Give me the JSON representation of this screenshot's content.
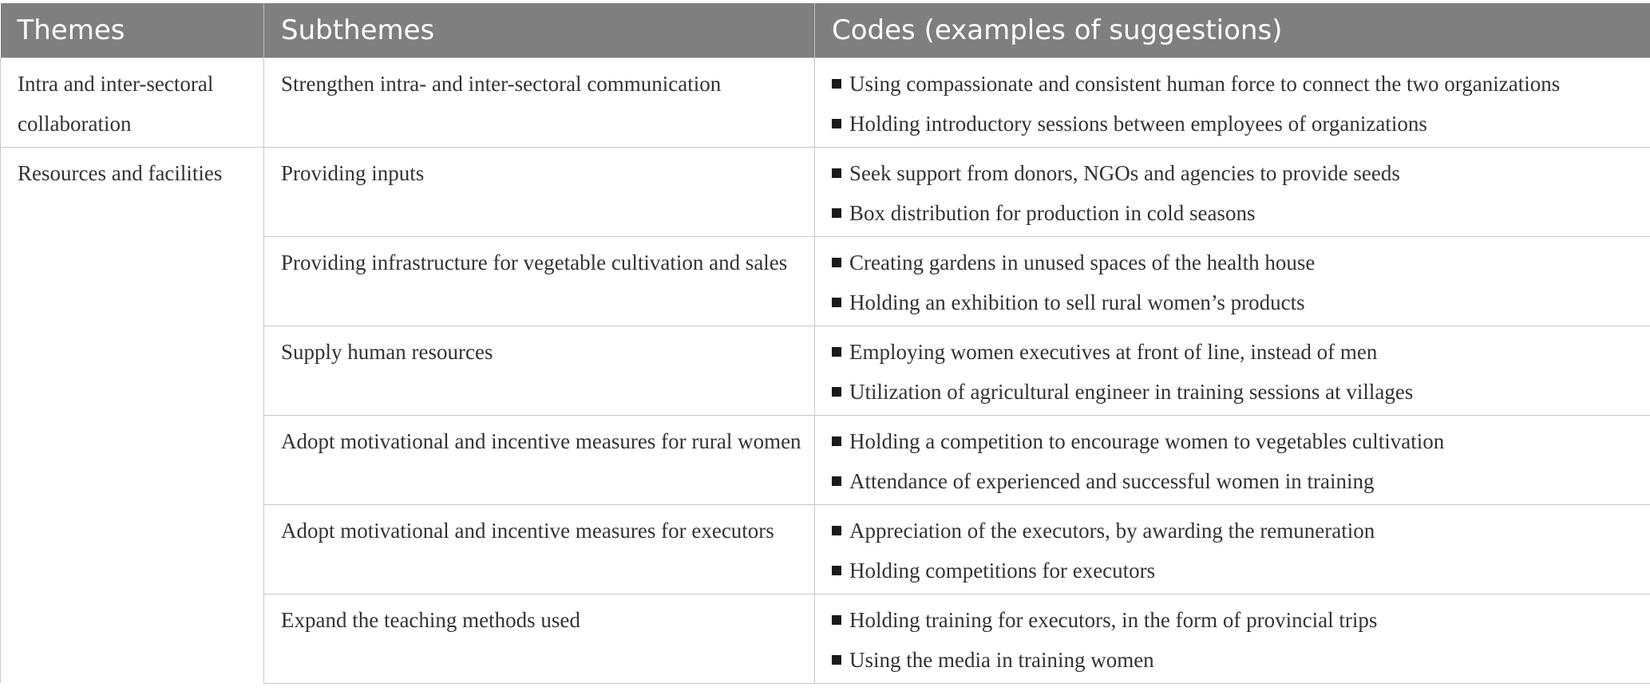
{
  "headers": [
    "Themes",
    "Subthemes",
    "Codes (examples of suggestions)"
  ],
  "themes": [
    {
      "name": "Intra and inter-sectoral collaboration",
      "subthemes": [
        {
          "name": "Strengthen intra- and inter-sectoral communication",
          "codes": [
            "Using compassionate and consistent human force to connect the two organizations",
            "Holding introductory sessions between employees of organizations"
          ]
        }
      ]
    },
    {
      "name": "Resources and facilities",
      "subthemes": [
        {
          "name": "Providing inputs",
          "codes": [
            "Seek support from donors, NGOs and agencies to provide seeds",
            "Box distribution for production in cold seasons"
          ]
        },
        {
          "name": "Providing infrastructure for vegetable cultivation and sales",
          "codes": [
            "Creating gardens in unused spaces of the health house",
            "Holding an exhibition to sell rural women’s products"
          ]
        },
        {
          "name": "Supply human resources",
          "codes": [
            "Employing women executives at front of line, instead of men",
            "Utilization of agricultural engineer in training sessions at villages"
          ]
        },
        {
          "name": "Adopt motivational and incentive measures for rural women",
          "codes": [
            "Holding a competition to encourage women to vegetables cultivation",
            "Attendance of experienced and successful women in training"
          ]
        },
        {
          "name": "Adopt motivational and incentive measures for executors",
          "codes": [
            "Appreciation of the executors, by awarding the remuneration",
            "Holding competitions for executors"
          ]
        },
        {
          "name": "Expand the teaching methods used",
          "codes": [
            "Holding training for executors, in the form of provincial trips",
            "Using the media in training women"
          ]
        }
      ]
    }
  ],
  "colors": {
    "header_bg": "#7f7f7f",
    "header_text": "#ffffff",
    "body_text": "#333333",
    "border": "#c8c8c8"
  }
}
